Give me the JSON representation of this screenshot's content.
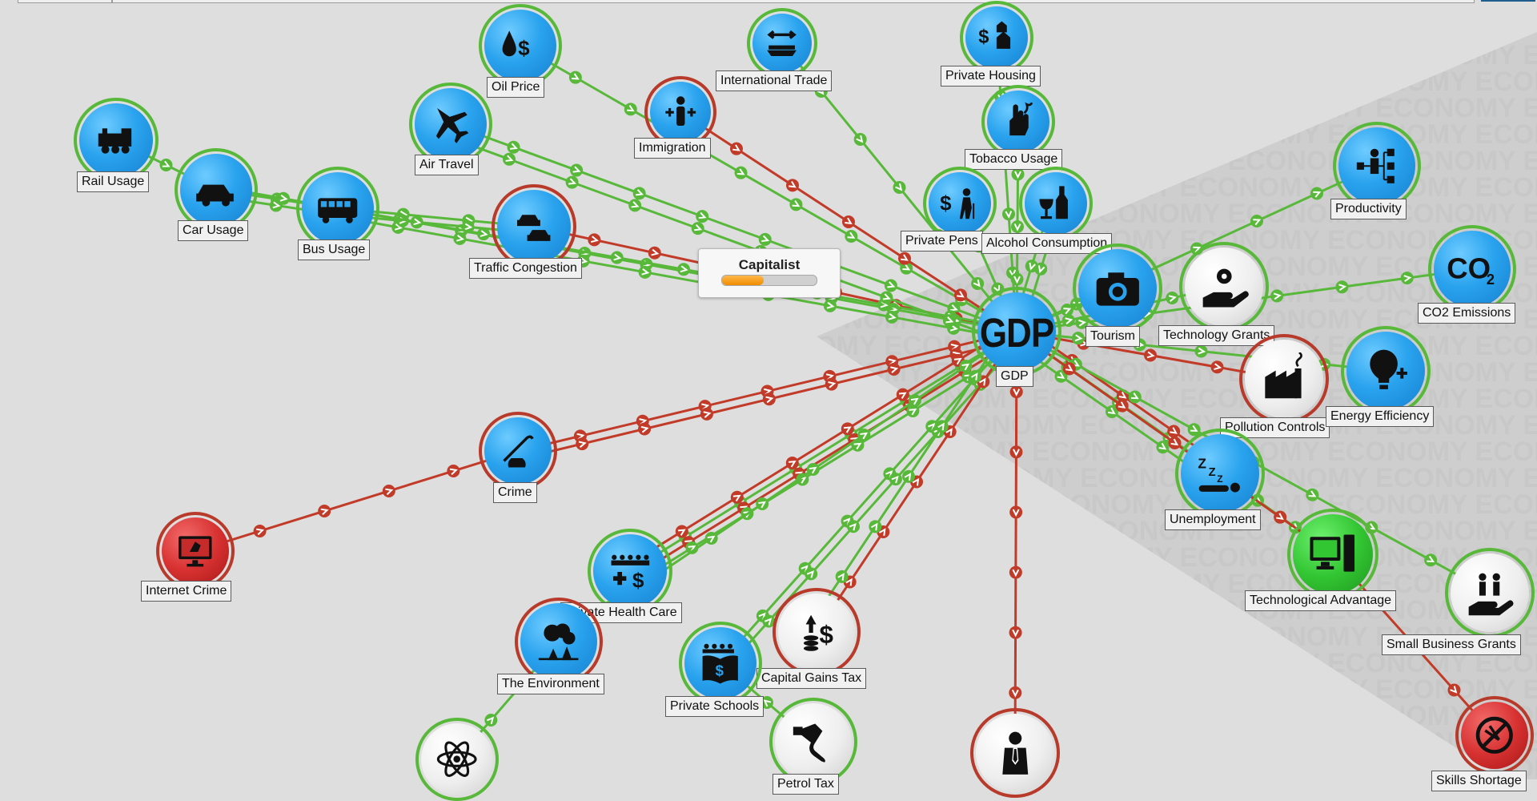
{
  "colors": {
    "positive": "#58b83a",
    "negative": "#c23a28",
    "background": "#dedede",
    "watermark": "#c8c8c8"
  },
  "watermark": "ECONOMY",
  "popup": {
    "title": "Capitalist",
    "progress": 0.44
  },
  "hub": {
    "label": "GDP",
    "text": "GDP"
  },
  "nodes": [
    {
      "id": "oil",
      "label": "Oil Price",
      "icon": "oil-price-icon"
    },
    {
      "id": "trade",
      "label": "International Trade",
      "icon": "ship-icon"
    },
    {
      "id": "housing",
      "label": "Private Housing",
      "icon": "house-dollar-icon"
    },
    {
      "id": "rail",
      "label": "Rail Usage",
      "icon": "train-icon"
    },
    {
      "id": "air",
      "label": "Air Travel",
      "icon": "plane-icon"
    },
    {
      "id": "immig",
      "label": "Immigration",
      "icon": "person-plus-icon"
    },
    {
      "id": "tobacco",
      "label": "Tobacco Usage",
      "icon": "cigarette-hand-icon"
    },
    {
      "id": "car",
      "label": "Car Usage",
      "icon": "car-icon"
    },
    {
      "id": "bus",
      "label": "Bus Usage",
      "icon": "bus-icon"
    },
    {
      "id": "traffic",
      "label": "Traffic Congestion",
      "icon": "traffic-icon"
    },
    {
      "id": "pension",
      "label": "Private Pens",
      "icon": "pension-icon"
    },
    {
      "id": "alcohol",
      "label": "Alcohol Consumption",
      "icon": "bottle-glass-icon"
    },
    {
      "id": "productivity",
      "label": "Productivity",
      "icon": "org-chart-icon"
    },
    {
      "id": "co2",
      "label": "CO2 Emissions",
      "icon": "co2-icon",
      "text": "CO2"
    },
    {
      "id": "tourism",
      "label": "Tourism",
      "icon": "camera-icon"
    },
    {
      "id": "techgrants",
      "label": "Technology Grants",
      "icon": "gear-hand-icon"
    },
    {
      "id": "pollution",
      "label": "Pollution Controls",
      "icon": "factory-icon"
    },
    {
      "id": "energy",
      "label": "Energy Efficiency",
      "icon": "bulb-plus-icon"
    },
    {
      "id": "crime",
      "label": "Crime",
      "icon": "crowbar-bag-icon"
    },
    {
      "id": "unemployment",
      "label": "Unemployment",
      "icon": "sleeping-person-icon",
      "text": "zzz"
    },
    {
      "id": "internet",
      "label": "Internet Crime",
      "icon": "monitor-crime-icon"
    },
    {
      "id": "health",
      "label": "Private Health Care",
      "icon": "health-dollar-icon"
    },
    {
      "id": "techadv",
      "label": "Technological Advantage",
      "icon": "computer-icon"
    },
    {
      "id": "smallbiz",
      "label": "Small Business Grants",
      "icon": "people-hand-icon"
    },
    {
      "id": "environment",
      "label": "The Environment",
      "icon": "trees-icon"
    },
    {
      "id": "capgains",
      "label": "Capital Gains Tax",
      "icon": "coins-dollar-icon"
    },
    {
      "id": "schools",
      "label": "Private Schools",
      "icon": "book-dollar-icon"
    },
    {
      "id": "skills",
      "label": "Skills Shortage",
      "icon": "no-tools-icon"
    },
    {
      "id": "atom",
      "label": "",
      "icon": "atom-icon"
    },
    {
      "id": "petrol",
      "label": "Petrol Tax",
      "icon": "fuel-nozzle-icon"
    },
    {
      "id": "bottom",
      "label": "",
      "icon": "businessman-icon"
    }
  ]
}
